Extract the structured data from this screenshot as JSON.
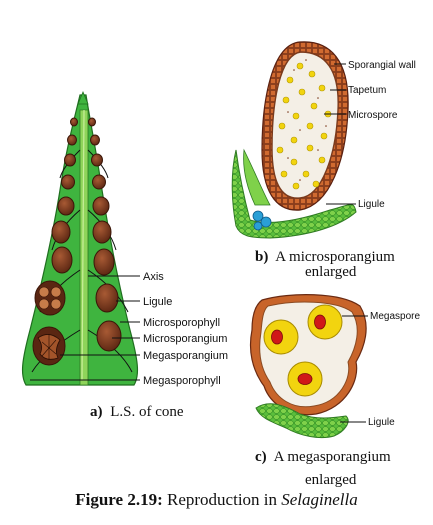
{
  "panel_a": {
    "letter": "a)",
    "title": "L.S. of cone",
    "labels": {
      "axis": "Axis",
      "ligule": "Ligule",
      "microsporophyll": "Microsporophyll",
      "microsporangium": "Microsporangium",
      "megasporangium": "Megasporangium",
      "megasporophyll": "Megasporophyll"
    }
  },
  "panel_b": {
    "letter": "b)",
    "title_line1": "A microsporangium",
    "title_line2": "enlarged",
    "labels": {
      "sporangial_wall": "Sporangial wall",
      "tapetum": "Tapetum",
      "microspore": "Microspore",
      "ligule": "Ligule"
    }
  },
  "panel_c": {
    "letter": "c)",
    "title_line1": "A megasporangium",
    "title_line2": "enlarged",
    "labels": {
      "megaspore": "Megaspore",
      "ligule": "Ligule"
    }
  },
  "caption": {
    "figure_number": "Figure 2.19:",
    "text": "Reproduction in",
    "genus": "Selaginella"
  },
  "colors": {
    "leaf_green": "#3fb43f",
    "leaf_light": "#8fd45a",
    "sporangium_brown": "#7a3a1c",
    "wall_orange": "#c8642a",
    "spore_yellow": "#f2d40f",
    "ligule_blue": "#2a9fd6"
  }
}
